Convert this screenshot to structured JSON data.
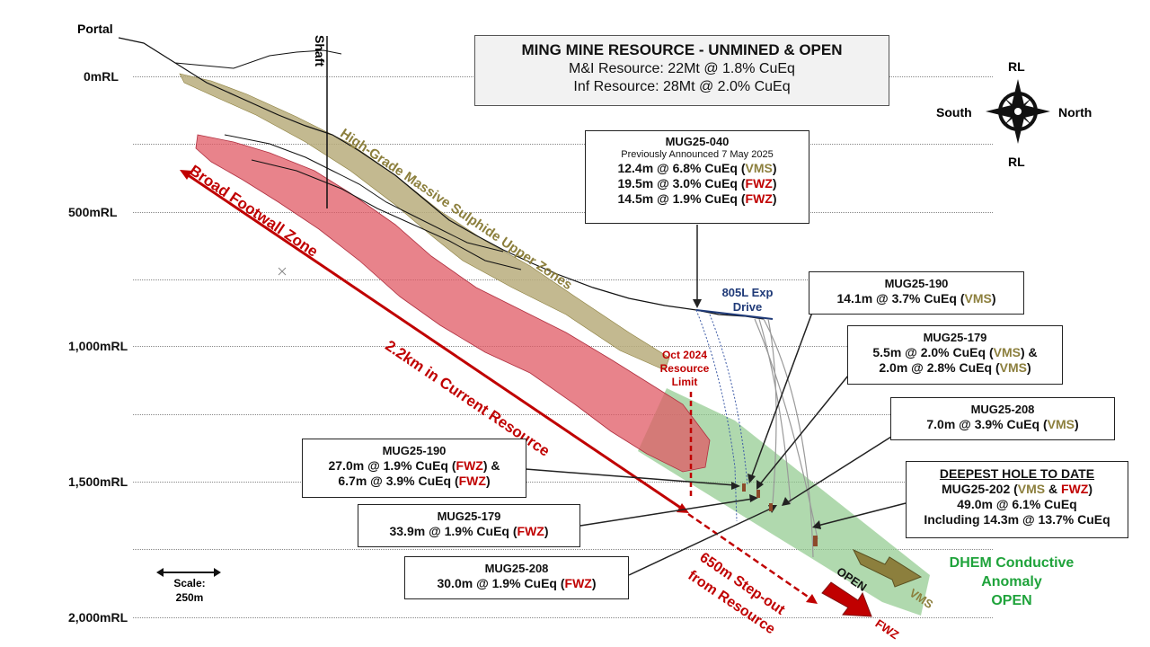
{
  "title_box": {
    "title": "MING MINE RESOURCE - UNMINED & OPEN",
    "line1": "M&I Resource: 22Mt @ 1.8% CuEq",
    "line2": "Inf Resource: 28Mt @ 2.0% CuEq"
  },
  "compass": {
    "north": "North",
    "south": "South",
    "up": "RL",
    "down": "RL"
  },
  "portal_label": "Portal",
  "shaft_label": "Shaft",
  "rl_levels": [
    "0mRL",
    "500mRL",
    "1,000mRL",
    "1,500mRL",
    "2,000mRL"
  ],
  "zone_labels": {
    "hg": "High-Grade Massive Sulphide Upper Zones",
    "bfz": "Broad Footwall Zone",
    "current": "2.2km in Current Resource",
    "stepout1": "650m Step-out",
    "stepout2": "from Resource",
    "drive1": "805L Exp",
    "drive2": "Drive",
    "limit1": "Oct 2024",
    "limit2": "Resource",
    "limit3": "Limit",
    "dhem1": "DHEM Conductive",
    "dhem2": "Anomaly",
    "dhem3": "OPEN",
    "open": "OPEN",
    "vms_tag": "VMS",
    "fwz_tag": "FWZ"
  },
  "scale": {
    "line1": "Scale:",
    "line2": "250m"
  },
  "callouts": {
    "mug040": {
      "title": "MUG25-040",
      "sub": "Previously Announced 7 May 2025",
      "l1": "12.4m @ 6.8% CuEq (",
      "l1t": "VMS",
      "l1e": ")",
      "l2": "19.5m @ 3.0% CuEq (",
      "l2t": "FWZ",
      "l2e": ")",
      "l3": "14.5m @ 1.9% CuEq (",
      "l3t": "FWZ",
      "l3e": ")"
    },
    "mug190v": {
      "title": "MUG25-190",
      "l1": "14.1m @ 3.7% CuEq (",
      "l1t": "VMS",
      "l1e": ")"
    },
    "mug179v": {
      "title": "MUG25-179",
      "l1": "5.5m @ 2.0% CuEq (",
      "l1t": "VMS",
      "l1e": ") &",
      "l2": "2.0m @ 2.8% CuEq (",
      "l2t": "VMS",
      "l2e": ")"
    },
    "mug208v": {
      "title": "MUG25-208",
      "l1": "7.0m @ 3.9% CuEq (",
      "l1t": "VMS",
      "l1e": ")"
    },
    "mug202": {
      "header": "DEEPEST HOLE TO DATE",
      "title": "MUG25-202 (",
      "t1": "VMS",
      "amp": " & ",
      "t2": "FWZ",
      "te": ")",
      "l1": "49.0m @ 6.1% CuEq",
      "l2": "Including 14.3m @ 13.7% CuEq"
    },
    "mug190f": {
      "title": "MUG25-190",
      "l1": "27.0m @ 1.9% CuEq (",
      "l1t": "FWZ",
      "l1e": ") &",
      "l2": "6.7m @ 3.9% CuEq (",
      "l2t": "FWZ",
      "l2e": ")"
    },
    "mug179f": {
      "title": "MUG25-179",
      "l1": "33.9m @ 1.9% CuEq (",
      "l1t": "FWZ",
      "l1e": ")"
    },
    "mug208f": {
      "title": "MUG25-208",
      "l1": "30.0m @ 1.9% CuEq (",
      "l1t": "FWZ",
      "l1e": ")"
    }
  },
  "colors": {
    "fwz_red": "#c00000",
    "vms_olive": "#8c7f3d",
    "hg_tan": "#b8ad7c",
    "bfz_pink": "#e05a64",
    "anomaly_green": "#8fc98c",
    "dhem_text": "#1fa33b",
    "drive_blue": "#1f3a78"
  }
}
